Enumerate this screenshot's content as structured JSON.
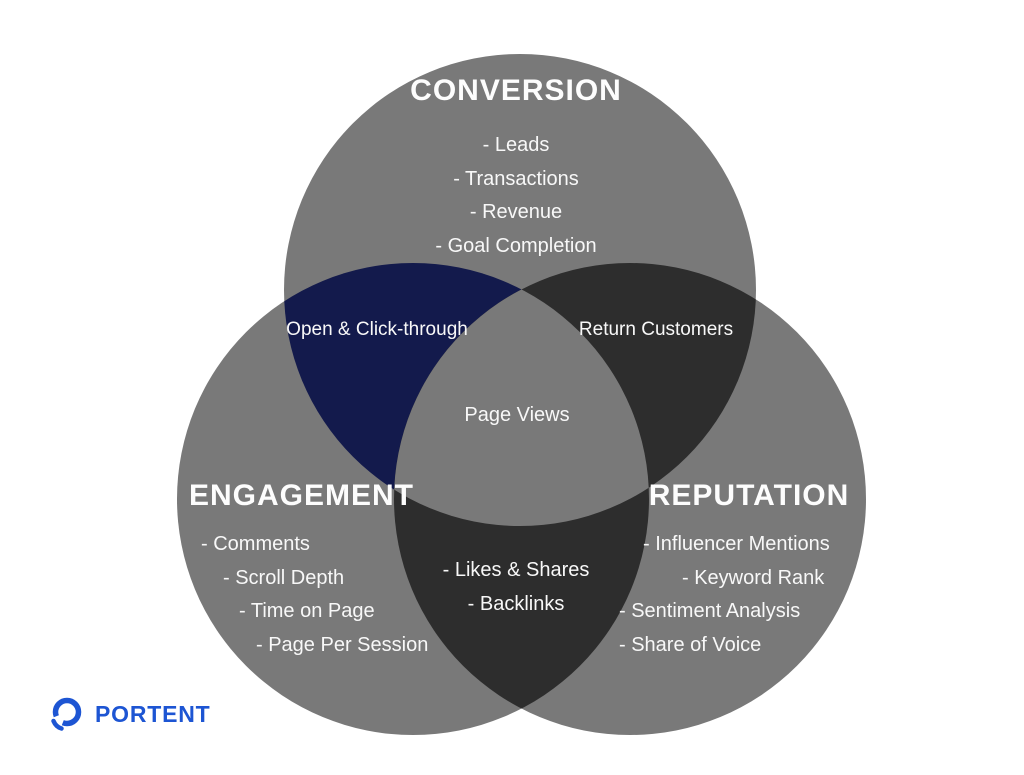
{
  "colors": {
    "background": "#ffffff",
    "circle_gray": "#797979",
    "overlap_navy": "#131a4c",
    "overlap_dark": "#2d2d2d",
    "center_gray": "#797979",
    "text_white": "#f8f8f8",
    "logo_blue": "#1d55d3"
  },
  "diagram": {
    "type": "venn",
    "circles": {
      "conversion": {
        "title": "CONVERSION",
        "items": [
          "- Leads",
          "- Transactions",
          "- Revenue",
          "- Goal Completion"
        ]
      },
      "engagement": {
        "title": "ENGAGEMENT",
        "items": [
          "- Comments",
          "- Scroll Depth",
          "- Time on Page",
          "- Page Per Session"
        ]
      },
      "reputation": {
        "title": "REPUTATION",
        "items": [
          "- Influencer Mentions",
          "- Keyword Rank",
          "- Sentiment Analysis",
          "- Share of Voice"
        ]
      }
    },
    "overlaps": {
      "conversion_engagement": {
        "lines": [
          "Open &",
          "Click-through"
        ]
      },
      "conversion_reputation": {
        "lines": [
          "Return",
          "Customers"
        ]
      },
      "engagement_reputation": {
        "items": [
          "- Likes & Shares",
          "- Backlinks"
        ]
      },
      "center": {
        "label": "Page Views"
      }
    }
  },
  "footer": {
    "logo_text": "PORTENT"
  }
}
